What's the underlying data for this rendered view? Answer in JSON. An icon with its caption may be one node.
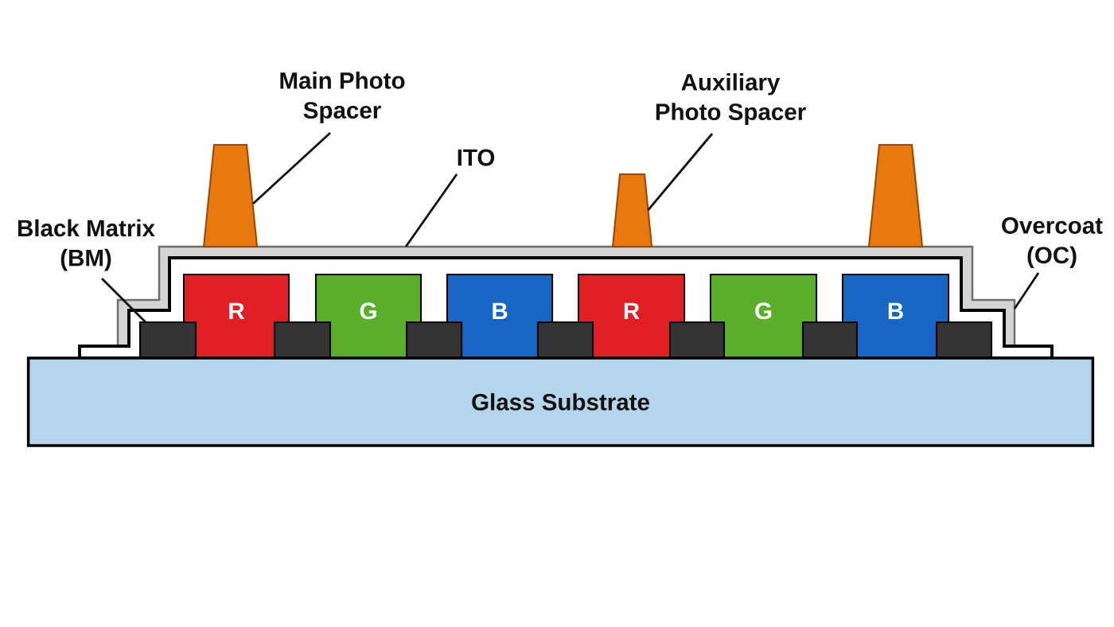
{
  "diagram": {
    "nodes": [
      {
        "text": [
          "Main Photo Spacer"
        ]
      },
      {
        "text": [
          "Auxiliary Photo Spacer"
        ]
      },
      {
        "text": [
          "ITO"
        ]
      },
      {
        "text": [],
        "shape": "trapezoid"
      },
      {
        "text": [],
        "shape": "trapezoid"
      },
      {
        "text": [],
        "shape": "trapezoid"
      },
      {
        "text": [
          "Black Matrix (BM)"
        ]
      },
      {
        "text": [
          "Overcoat (OC)"
        ]
      },
      {
        "text": [],
        "shape": "band"
      },
      {
        "text": [],
        "shape": "band"
      },
      {
        "text": [
          "R"
        ],
        "in": 9
      },
      {
        "text": [
          "G"
        ],
        "in": 9
      },
      {
        "text": [
          "B"
        ],
        "in": 9
      },
      {
        "text": [
          "R"
        ],
        "in": 9
      },
      {
        "text": [
          "G"
        ],
        "in": 9
      },
      {
        "text": [
          "B"
        ],
        "in": 9
      },
      {
        "text": [],
        "shape": "box",
        "in": 9
      },
      {
        "text": [],
        "shape": "box",
        "in": 9
      },
      {
        "text": [],
        "shape": "box",
        "in": 9
      },
      {
        "text": [],
        "shape": "box",
        "in": 9
      },
      {
        "text": [],
        "shape": "box",
        "in": 9
      },
      {
        "text": [],
        "shape": "box",
        "in": 9
      },
      {
        "text": [],
        "shape": "box",
        "in": 9
      },
      {
        "text": [
          "Glass Substrate"
        ]
      }
    ],
    "edges": [
      {
        "from": 0,
        "to": 3,
        "arrow": "none"
      },
      {
        "from": 1,
        "to": 4,
        "arrow": "none"
      },
      {
        "from": 2,
        "to": 8,
        "arrow": "none"
      },
      {
        "from": 6,
        "to": 16,
        "arrow": "none"
      },
      {
        "from": 7,
        "to": 9,
        "arrow": "none"
      }
    ]
  }
}
